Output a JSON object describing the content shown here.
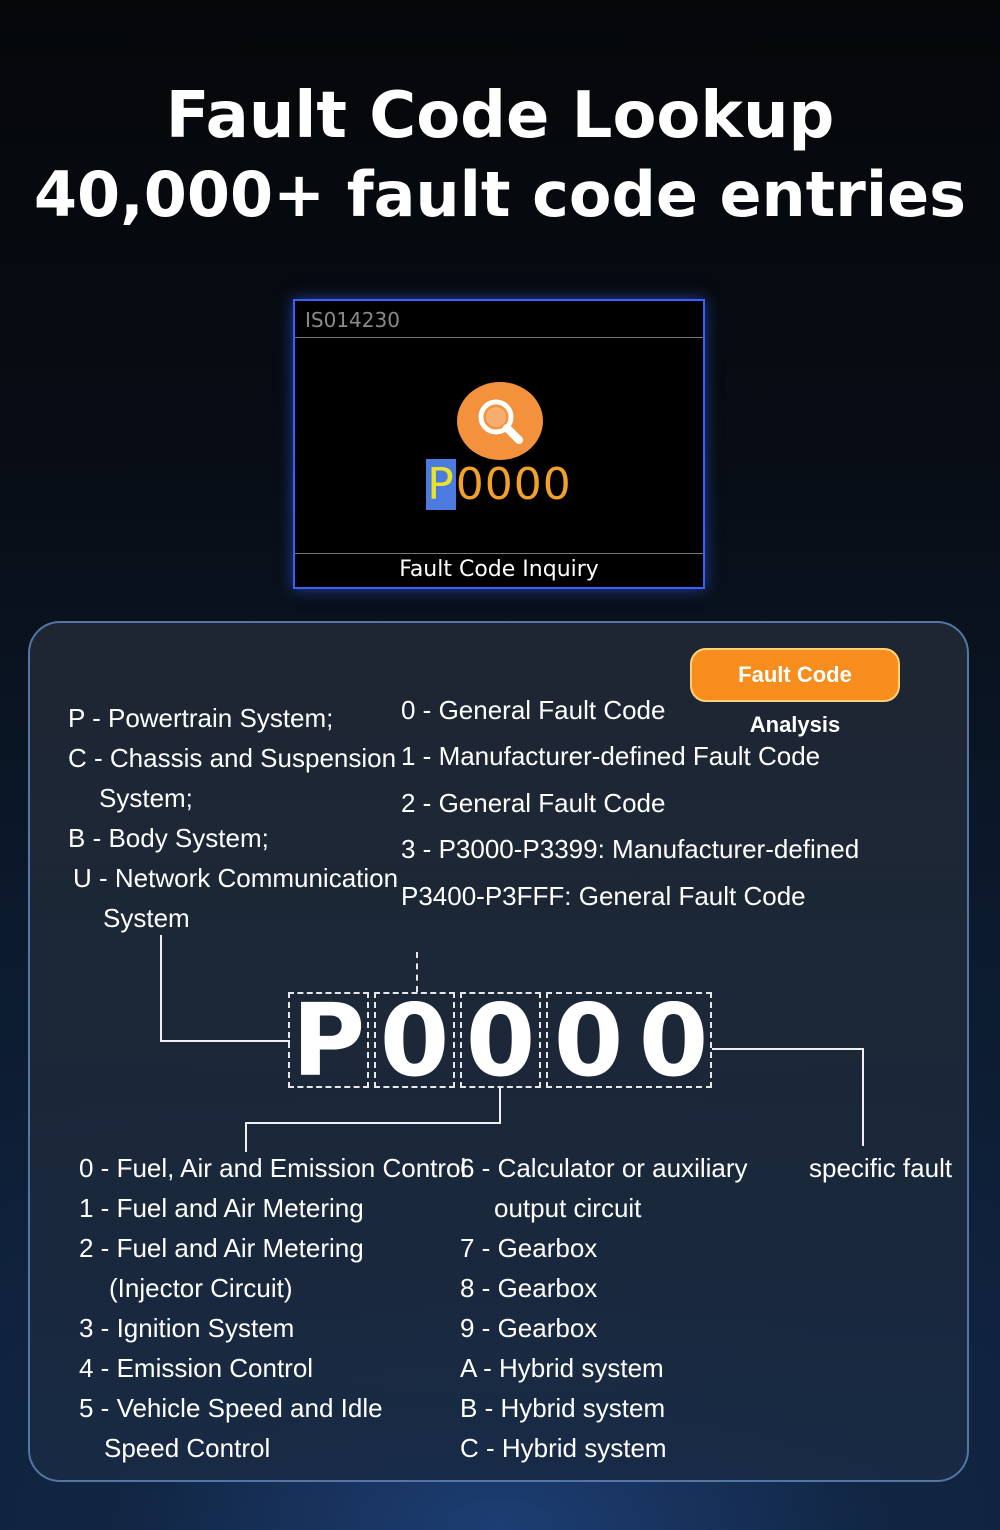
{
  "header": {
    "title_line1": "Fault Code Lookup",
    "title_line2": "40,000+ fault code entries"
  },
  "device": {
    "id_label": "IS014230",
    "icon": "search-icon",
    "input_cursor_char": "P",
    "input_rest": "0000",
    "caption": "Fault Code Inquiry"
  },
  "panel": {
    "badge": "Fault Code Analysis",
    "systems": [
      "P - Powertrain System;",
      "C - Chassis and Suspension",
      "System;",
      "B - Body System;",
      "U - Network Communication",
      "System"
    ],
    "code_types": [
      "0 - General Fault Code",
      "1 - Manufacturer-defined Fault Code",
      "2 - General Fault Code",
      "3 - P3000-P3399: Manufacturer-defined",
      "P3400-P3FFF: General Fault Code"
    ],
    "code_chars": [
      "P",
      "0",
      "0",
      "0",
      "0"
    ],
    "subsystems_left": [
      "0 - Fuel, Air and Emission Control",
      "1 - Fuel and Air Metering",
      "2 - Fuel and Air Metering",
      "(Injector Circuit)",
      "3 - Ignition System",
      "4 - Emission Control",
      "5 - Vehicle Speed and Idle",
      "Speed Control"
    ],
    "subsystems_right": [
      "6 - Calculator or auxiliary",
      "output circuit",
      "7 - Gearbox",
      "8 - Gearbox",
      "9 - Gearbox",
      "A - Hybrid system",
      "B - Hybrid system",
      "C - Hybrid system"
    ],
    "specific_fault": "specific fault"
  },
  "colors": {
    "accent_orange": "#f78d1c",
    "screen_border": "#3a5fff",
    "code_orange": "#f3a12a",
    "cursor_blue": "#4c7be0",
    "panel_border": "#5276a6"
  }
}
